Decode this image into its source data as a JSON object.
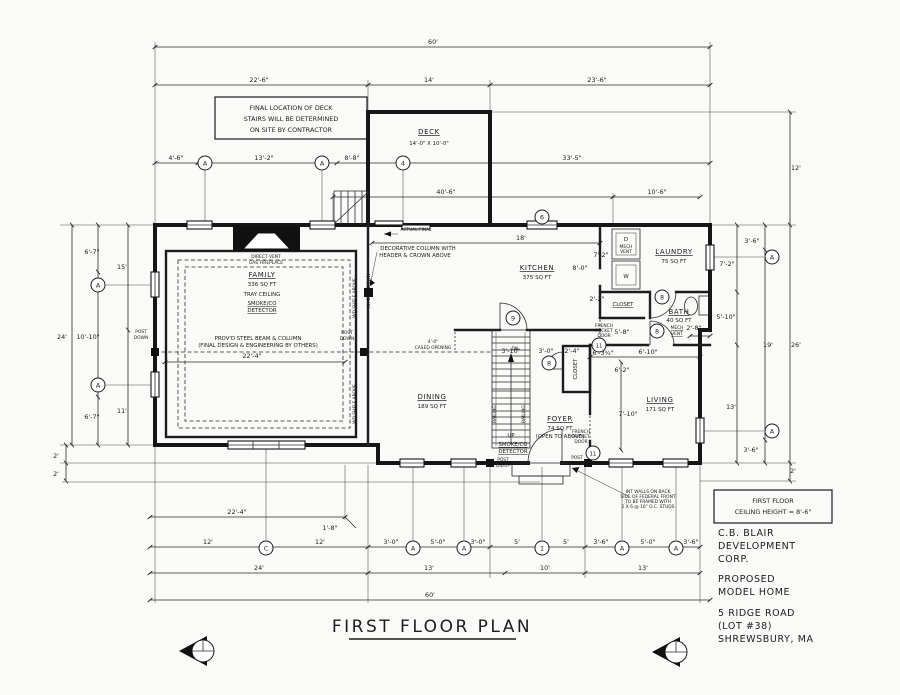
{
  "doc": {
    "title": "FIRST FLOOR PLAN"
  },
  "note_box": {
    "l1": "FINAL LOCATION OF DECK",
    "l2": "STAIRS WILL BE DETERMINED",
    "l3": "ON SITE BY CONTRACTOR"
  },
  "deck": {
    "name": "DECK",
    "size": "14'-0\" X 10'-0\""
  },
  "rooms": {
    "family": {
      "name": "FAMILY",
      "sqft": "336 SQ FT",
      "note1": "TRAY CEILING",
      "note2": "SMOKE/CO",
      "note3": "DETECTOR"
    },
    "kitchen": {
      "name": "KITCHEN",
      "sqft": "375 SQ FT"
    },
    "laundry": {
      "name": "LAUNDRY",
      "sqft": "75 SQ FT"
    },
    "bath": {
      "name": "BATH",
      "sqft": "40 SQ FT",
      "vent1": "MECH",
      "vent2": "VENT"
    },
    "dining": {
      "name": "DINING",
      "sqft": "189 SQ FT"
    },
    "living": {
      "name": "LIVING",
      "sqft": "171 SQ FT"
    },
    "foyer": {
      "name": "FOYER",
      "sqft": "74 SQ FT",
      "open": "(OPEN TO ABOVE)",
      "smoke1": "SMOKE/CO",
      "smoke2": "DETECTOR"
    },
    "closet_hall": "CLOSET",
    "closet_foyer": "CLOSET"
  },
  "fireplace": {
    "l1": "DIRECT VENT",
    "l2": "GAS FIREPLACE"
  },
  "beam": {
    "l1": "PROV'D STEEL BEAM & COLUMN",
    "l2": "(FINAL DESIGN & ENGINEERING BY OTHERS)"
  },
  "column_note": {
    "l1": "DECORATIVE COLUMN WITH",
    "l2": "HEADER & CROWN ABOVE"
  },
  "misc": {
    "shelf": "WD SHELF ABOVE",
    "step_down": "(1) STEP DOWN",
    "arrow_note": "ACTUAL FINAL",
    "cased1": "4'-0\"",
    "cased2": "CASED OPENING",
    "post": "POST",
    "down": "DOWN",
    "dn_up": "DN/UP",
    "up": "UP",
    "dn": "DN",
    "railing": "RAILING",
    "french1": "FRENCH",
    "french2": "POCKET",
    "french3": "DOOR"
  },
  "appliances": {
    "dryer": "D",
    "washer": "W",
    "vent1": "MECH",
    "vent2": "VENT"
  },
  "wall_note": {
    "l1": "INT WALLS ON BACK",
    "l2": "SIDE OF FEDERAL FRONT",
    "l3": "TO BE FRAMED WITH",
    "l4": "2 X 6 @ 16\" O.C. STUDS"
  },
  "title_block": {
    "box1": "FIRST FLOOR",
    "box2": "CEILING HEIGHT = 8'-6\"",
    "co1": "C.B. BLAIR",
    "co2": "DEVELOPMENT",
    "co3": "CORP.",
    "p1": "PROPOSED",
    "p2": "MODEL HOME",
    "a1": "5 RIDGE ROAD",
    "a2": "(LOT #38)",
    "a3": "SHREWSBURY, MA"
  },
  "markers": {
    "a": "A",
    "c": "C",
    "n1": "1",
    "n4": "4",
    "n6": "6",
    "n8": "8",
    "n9": "9",
    "n11": "11"
  },
  "dims": {
    "d60t": "60'",
    "d226": "22'-6\"",
    "d14": "14'",
    "d236": "23'-6\"",
    "d46": "4'-6\"",
    "d132": "13'-2\"",
    "d88": "8'-8\"",
    "d335": "33'-5\"",
    "d406": "40'-6\"",
    "d106": "10'-6\"",
    "d12": "12'",
    "r36t": "3'-6\"",
    "r72": "7'-2\"",
    "r510": "5'-10\"",
    "r28": "2'-8\"",
    "r19": "19'",
    "r26": "26'",
    "r13": "13'",
    "r36b": "3'-6\"",
    "r2": "2'",
    "l67t": "6'-7\"",
    "l15": "15'",
    "l24": "24'",
    "l1010": "10'-10\"",
    "l67b": "6'-7\"",
    "l11": "11'",
    "l2a": "2'",
    "l2b": "2'",
    "b224": "22'-4\"",
    "b18": "1'-8\"",
    "b12a": "12'",
    "b12b": "12'",
    "b30a": "3'-0\"",
    "b50a": "5'-0\"",
    "b30b": "3'-0\"",
    "b5a": "5'",
    "b5b": "5'",
    "b36a": "3'-6\"",
    "b50b": "5'-0\"",
    "b36b": "3'-6\"",
    "b24": "24'",
    "b13a": "13'",
    "b10": "10'",
    "b13b": "13'",
    "b60": "60'",
    "i224": "22'-4\"",
    "i18": "18'",
    "i72": "7'-2\"",
    "i80": "8'-0\"",
    "i22": "2'-2\"",
    "i58": "5'-8\"",
    "i310": "3'-10\"",
    "i30": "3'-0\"",
    "i24": "2'-4\"",
    "i634": "6'-3¾\"",
    "i610": "6'-10\"",
    "i62": "6'-2\"",
    "i710": "7'-10\""
  }
}
